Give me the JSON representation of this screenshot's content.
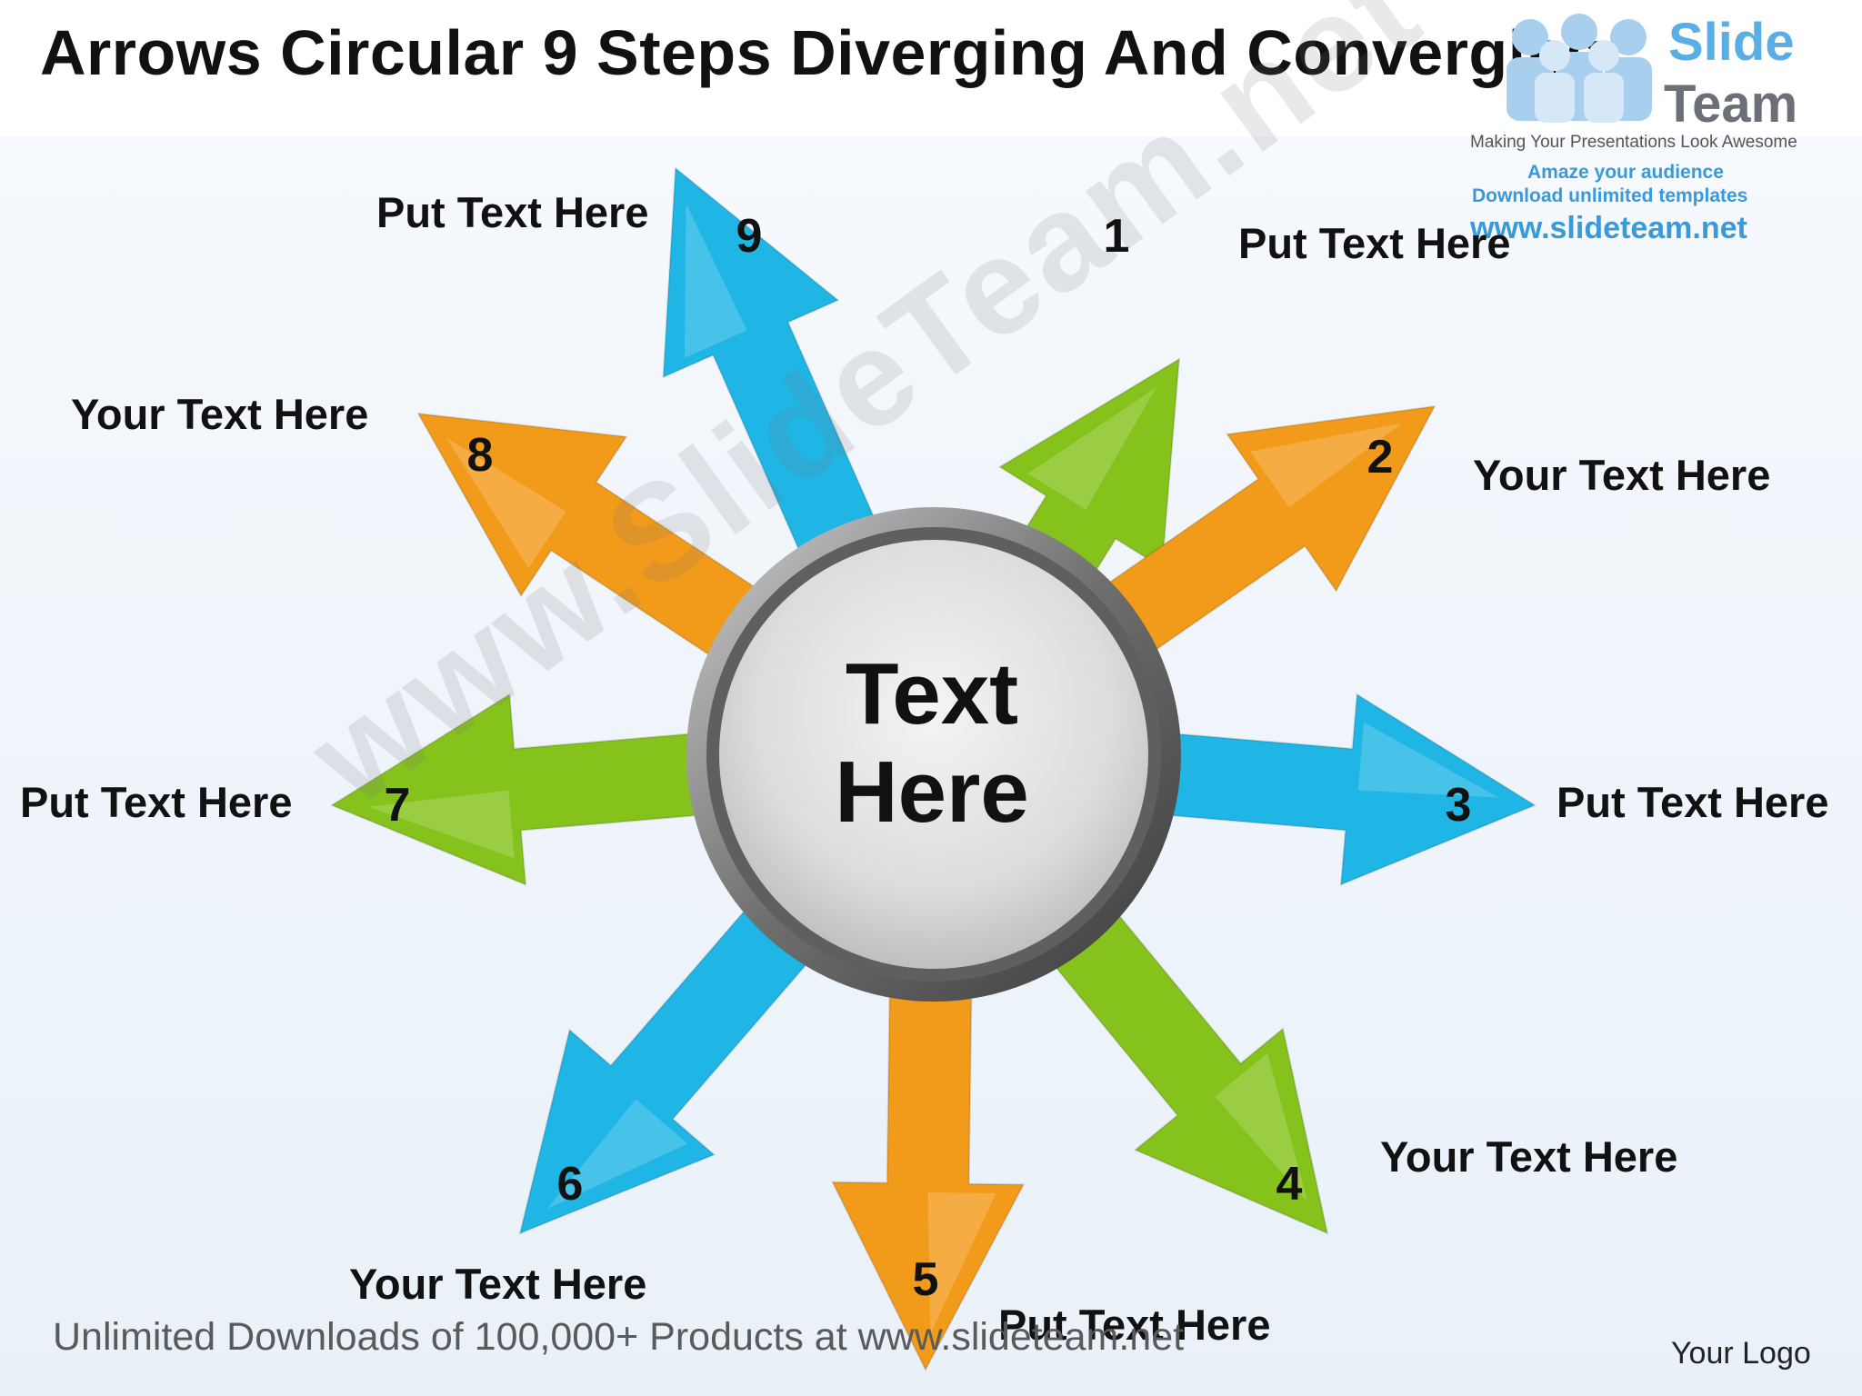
{
  "title": "Arrows Circular 9 Steps Diverging And Converging",
  "logo": {
    "word1": "Slide",
    "word2": "Team",
    "tagline": "Making Your Presentations Look Awesome",
    "line1": "Amaze your audience",
    "line2": "Download unlimited templates",
    "url": "www.slideteam.net"
  },
  "center": {
    "line1": "Text",
    "line2": "Here"
  },
  "steps": [
    {
      "num": "1",
      "label": "Put Text Here",
      "color": "#86c21c"
    },
    {
      "num": "2",
      "label": "Your Text Here",
      "color": "#f29a1a"
    },
    {
      "num": "3",
      "label": "Put Text Here",
      "color": "#1fb6e6"
    },
    {
      "num": "4",
      "label": "Your Text Here",
      "color": "#86c21c"
    },
    {
      "num": "5",
      "label": "Put Text Here",
      "color": "#f29a1a"
    },
    {
      "num": "6",
      "label": "Your Text Here",
      "color": "#1fb6e6"
    },
    {
      "num": "7",
      "label": "Put Text Here",
      "color": "#86c21c"
    },
    {
      "num": "8",
      "label": "Your Text Here",
      "color": "#f29a1a"
    },
    {
      "num": "9",
      "label": "Put Text Here",
      "color": "#1fb6e6"
    }
  ],
  "watermark": "www.SlideTeam.net",
  "footer": "Unlimited Downloads of 100,000+ Products at www.slideteam.net",
  "your_logo": "Your Logo"
}
